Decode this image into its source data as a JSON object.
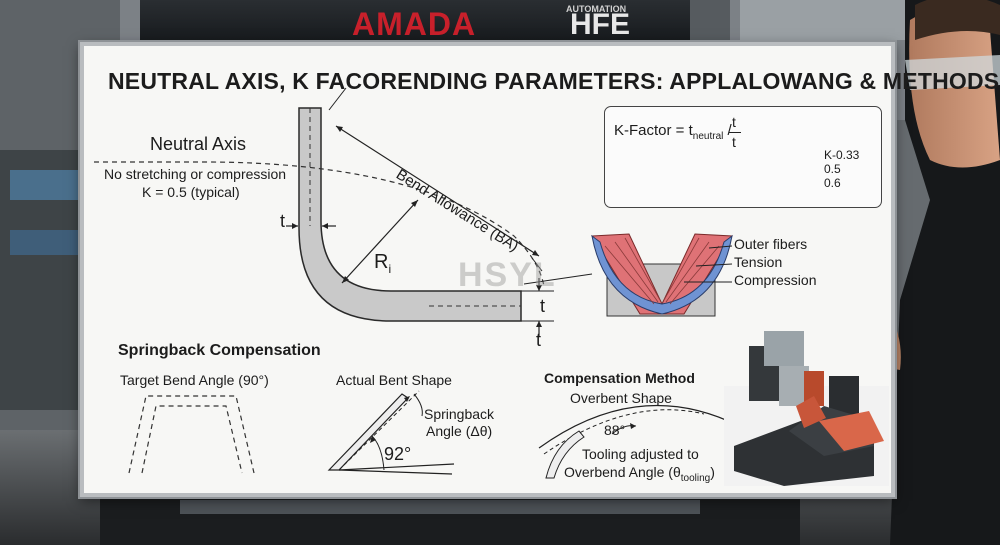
{
  "background": {
    "brand_text": "AMADA",
    "machine_text": "HFE",
    "machine_sub_text": "AUTOMATION",
    "colors": {
      "brand_red": "#c8202b",
      "machine_dark": "#1e2124",
      "shirt": "#16181a"
    }
  },
  "title": "NEUTRAL AXIS, K FACORENDING PARAMETERS: APPLALOWANG & METHODS",
  "neutral_axis": {
    "heading": "Neutral Axis",
    "line1": "No stretching or compression",
    "line2": "K = 0.5 (typical)"
  },
  "bend_diagram": {
    "t_label": "t",
    "radius_label": "R",
    "radius_sub": "i",
    "bend_allowance": "Bend Allowance (BA)",
    "t_bottom": "t",
    "t_bottom2": "t"
  },
  "kfactor": {
    "formula_prefix": "K-Factor = t",
    "formula_sub": "neutral",
    "formula_slash": " / ",
    "frac_num": "t",
    "frac_den": "t",
    "legend": [
      {
        "label": "K-0.33",
        "color": "#e0797a"
      },
      {
        "label": "0.5",
        "color": "#6f97d4"
      },
      {
        "label": "0.6",
        "color": "#c9c9c9"
      }
    ]
  },
  "fibers": {
    "outer": "Outer fibers",
    "tension": "Tension",
    "compression": "Compression",
    "colors": {
      "tension": "#df7276",
      "compression": "#6f93d3"
    }
  },
  "watermark": "HSYL",
  "springback": {
    "heading": "Springback Compensation",
    "target": "Target Bend Angle (90°)",
    "actual": "Actual Bent Shape",
    "springback_label1": "Springback",
    "springback_label2": "Angle (Δθ)",
    "angle_value": "92°"
  },
  "compensation": {
    "heading": "Compensation Method",
    "overbent": "Overbent Shape",
    "angle_value": "88°",
    "tooling1": "Tooling adjusted to",
    "tooling2_prefix": "Overbend Angle (θ",
    "tooling2_sub": "tooling",
    "tooling2_suffix": ")"
  }
}
